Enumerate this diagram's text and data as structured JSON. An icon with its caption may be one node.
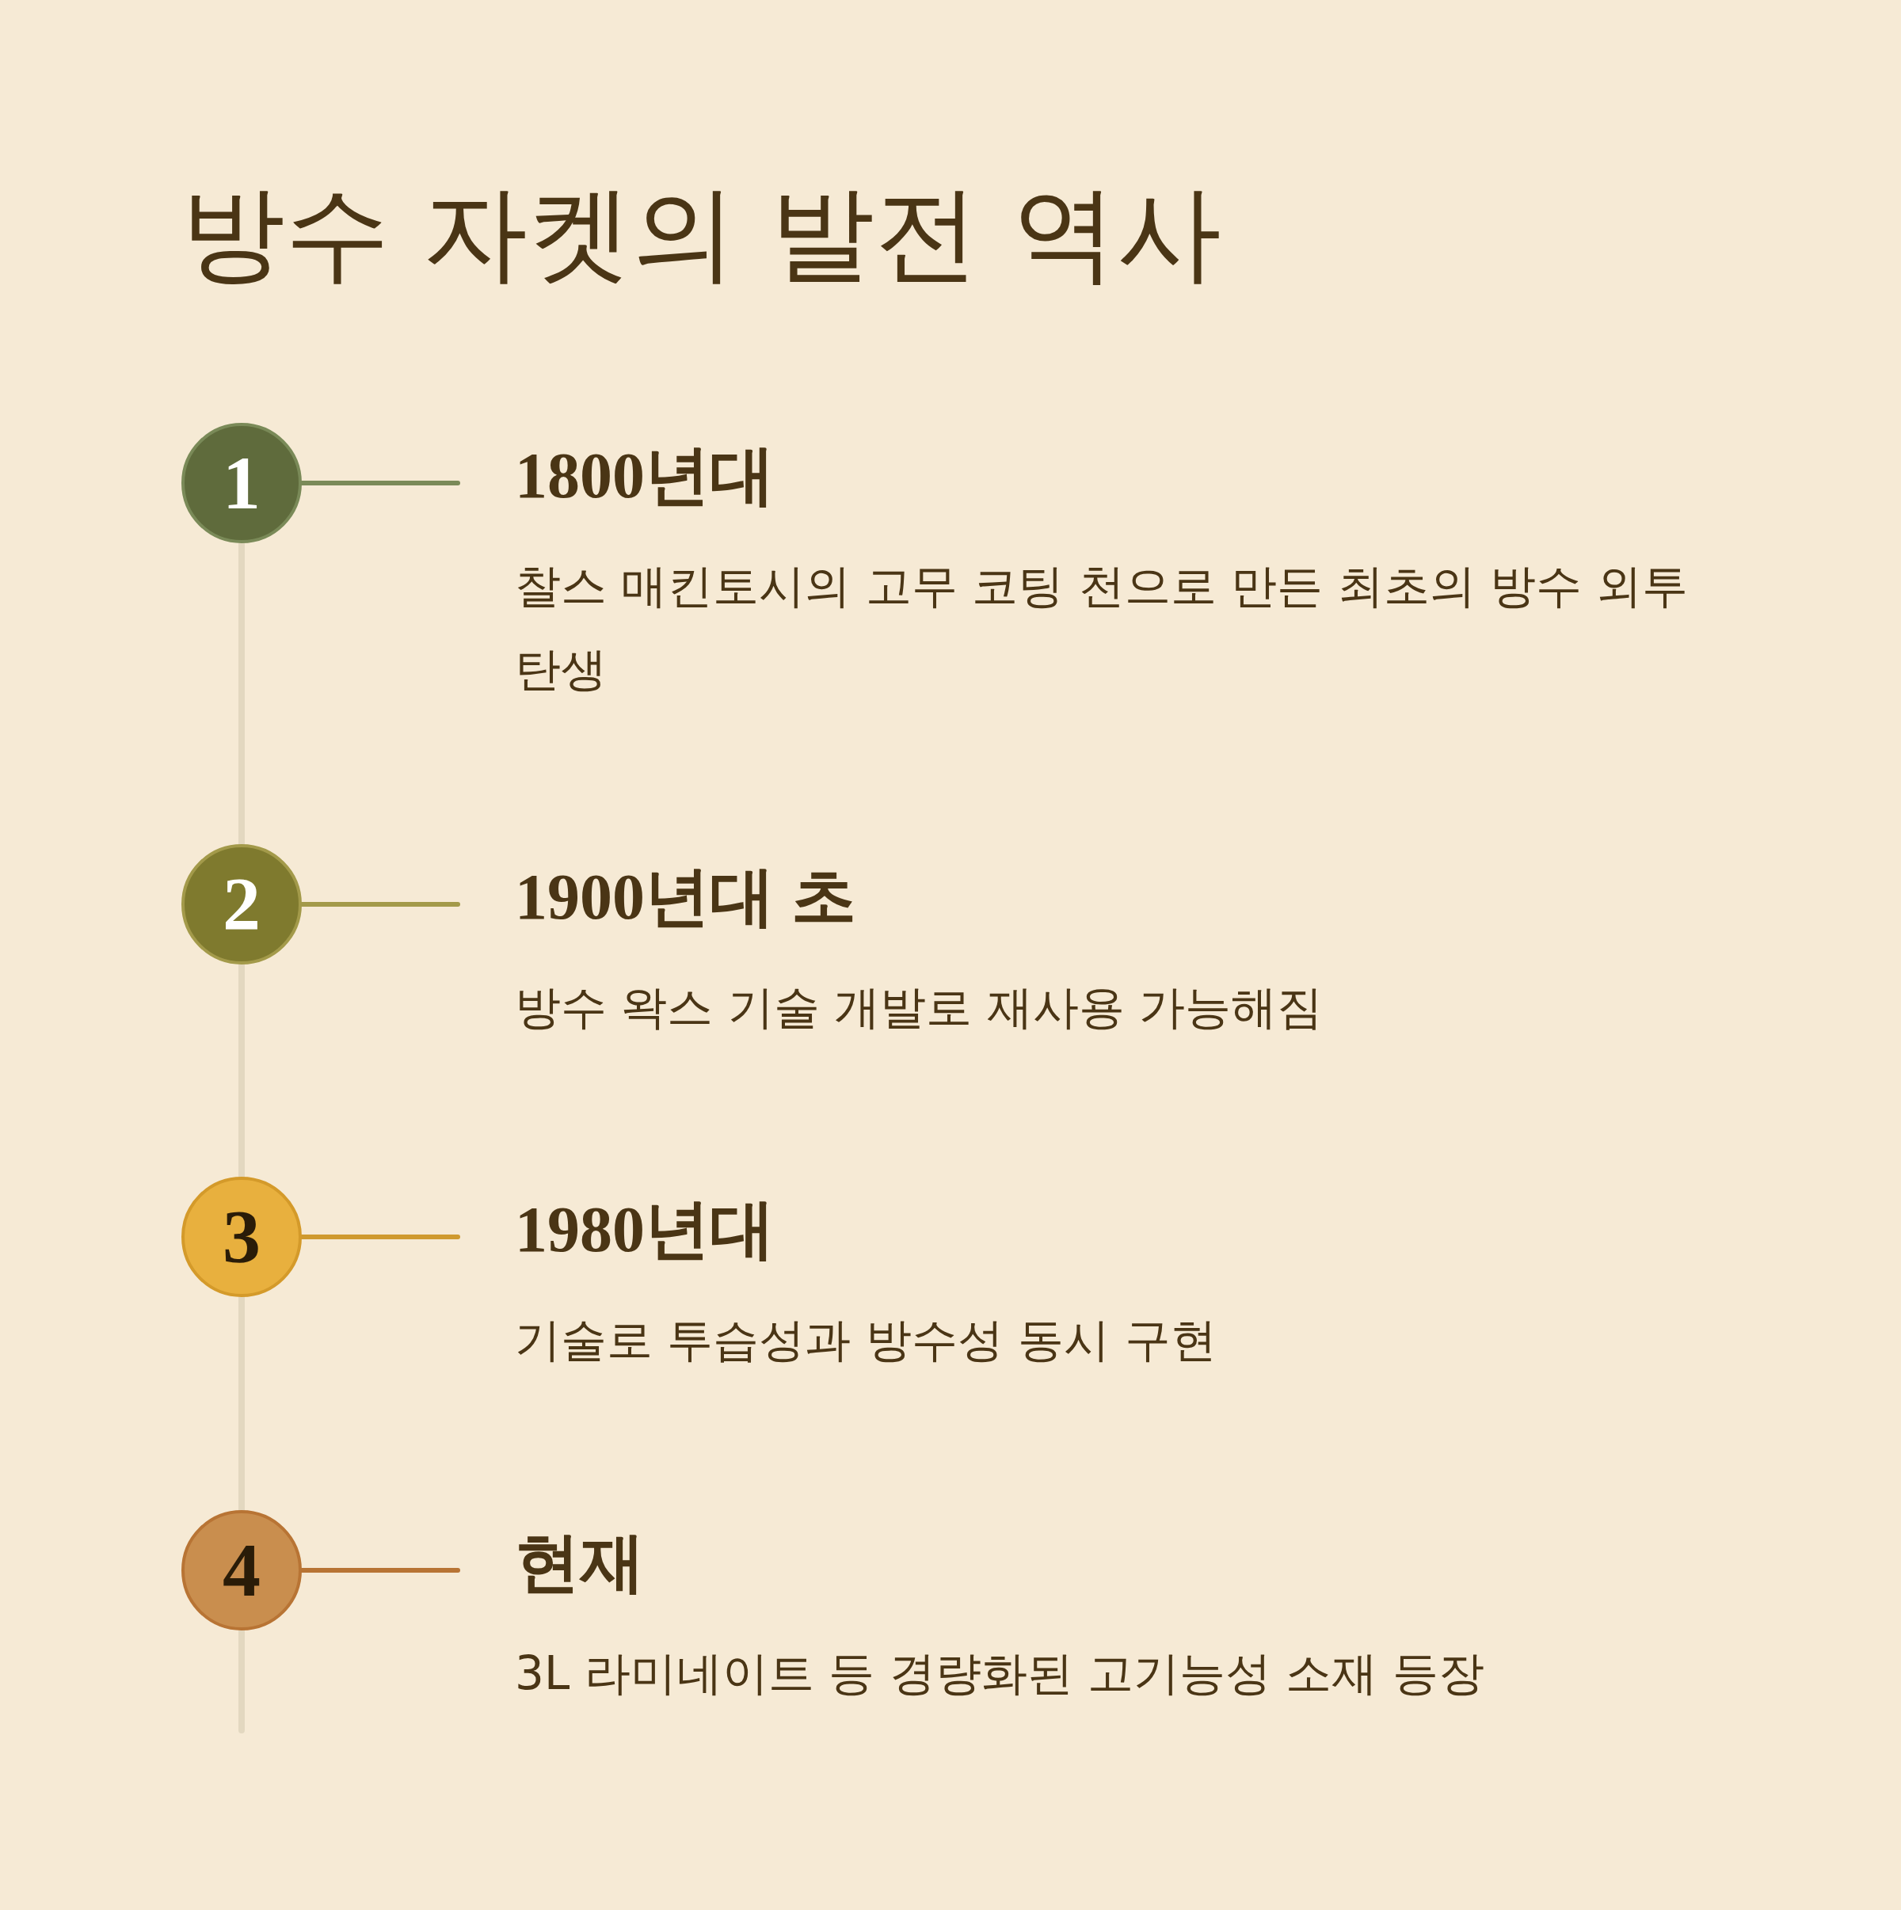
{
  "diagram": {
    "title": "방수 자켓의 발전 역사",
    "nodes": [
      {
        "text": [
          "1"
        ]
      },
      {
        "text": [
          "1800년대",
          "찰스 매킨토시의 고무 코팅 천으로 만든 최초의 방수 외투 탄생"
        ]
      },
      {
        "text": [
          "2"
        ]
      },
      {
        "text": [
          "1900년대 초",
          "방수 왁스 기술 개발로 재사용 가능해짐"
        ]
      },
      {
        "text": [
          "3"
        ]
      },
      {
        "text": [
          "1980년대",
          "기술로 투습성과 방수성 동시 구현"
        ]
      },
      {
        "text": [
          "4"
        ]
      },
      {
        "text": [
          "현재",
          "3L 라미네이트 등 경량화된 고기능성 소재 등장"
        ]
      }
    ],
    "edges": [
      {
        "from": 0,
        "to": 1,
        "arrow": "none",
        "color": "#7a8a58"
      },
      {
        "from": 0,
        "to": 2,
        "arrow": "none"
      },
      {
        "from": 2,
        "to": 3,
        "arrow": "none",
        "color": "#a39a4a"
      },
      {
        "from": 2,
        "to": 4,
        "arrow": "none"
      },
      {
        "from": 4,
        "to": 5,
        "arrow": "none",
        "color": "#cf9a2f"
      },
      {
        "from": 4,
        "to": 6,
        "arrow": "none"
      },
      {
        "from": 6,
        "to": 7,
        "arrow": "none",
        "color": "#b87434"
      },
      {
        "from": 6,
        "to": null,
        "arrow": "none"
      }
    ]
  }
}
